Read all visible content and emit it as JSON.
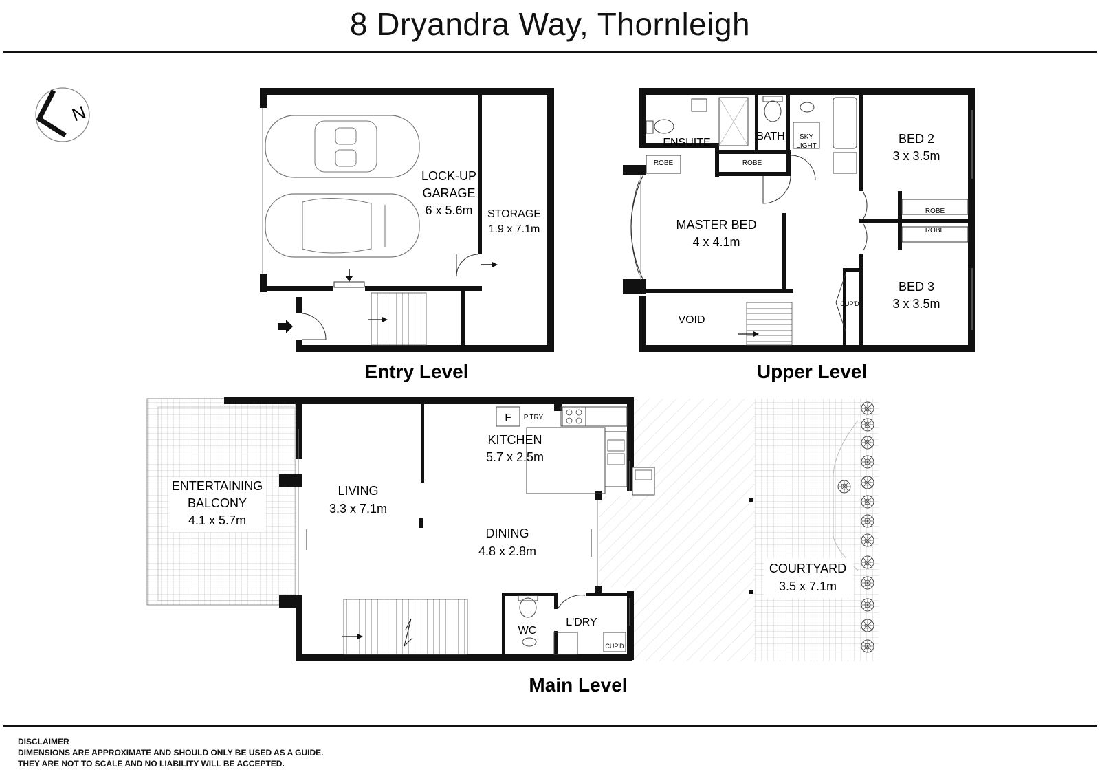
{
  "header": {
    "title": "8 Dryandra Way, Thornleigh"
  },
  "compass": {
    "letter": "N"
  },
  "levels": {
    "entry": {
      "label": "Entry Level",
      "rooms": {
        "garage": {
          "name_line1": "LOCK-UP",
          "name_line2": "GARAGE",
          "size": "6 x 5.6m"
        },
        "storage": {
          "name": "STORAGE",
          "size": "1.9 x 7.1m"
        }
      }
    },
    "upper": {
      "label": "Upper Level",
      "rooms": {
        "ensuite": {
          "name": "ENSUITE"
        },
        "bath": {
          "name": "BATH"
        },
        "skylight": {
          "line1": "SKY",
          "line2": "LIGHT"
        },
        "robe_master": {
          "name": "ROBE"
        },
        "robe_hall": {
          "name": "ROBE"
        },
        "robe_bed2": {
          "name": "ROBE"
        },
        "robe_bed3": {
          "name": "ROBE"
        },
        "bed2": {
          "name": "BED 2",
          "size": "3 x 3.5m"
        },
        "master": {
          "name": "MASTER BED",
          "size": "4 x 4.1m"
        },
        "void": {
          "name": "VOID"
        },
        "cupd": {
          "name": "CUP'D"
        },
        "bed3": {
          "name": "BED 3",
          "size": "3 x 3.5m"
        }
      }
    },
    "main": {
      "label": "Main Level",
      "rooms": {
        "balcony": {
          "name_line1": "ENTERTAINING",
          "name_line2": "BALCONY",
          "size": "4.1 x 5.7m"
        },
        "living": {
          "name": "LIVING",
          "size": "3.3 x 7.1m"
        },
        "kitchen": {
          "name": "KITCHEN",
          "size": "5.7 x 2.5m"
        },
        "fridge": {
          "name": "F"
        },
        "pantry": {
          "name": "P'TRY"
        },
        "dining": {
          "name": "DINING",
          "size": "4.8 x 2.8m"
        },
        "wc": {
          "name": "WC"
        },
        "laundry": {
          "name": "L'DRY"
        },
        "cupd": {
          "name": "CUP'D"
        },
        "courtyard": {
          "name": "COURTYARD",
          "size": "3.5 x 7.1m"
        }
      }
    }
  },
  "disclaimer": {
    "heading": "DISCLAIMER",
    "line1": "DIMENSIONS ARE APPROXIMATE AND SHOULD ONLY BE USED AS A  GUIDE.",
    "line2": "THEY ARE NOT TO SCALE AND NO LIABILITY WILL BE ACCEPTED."
  }
}
